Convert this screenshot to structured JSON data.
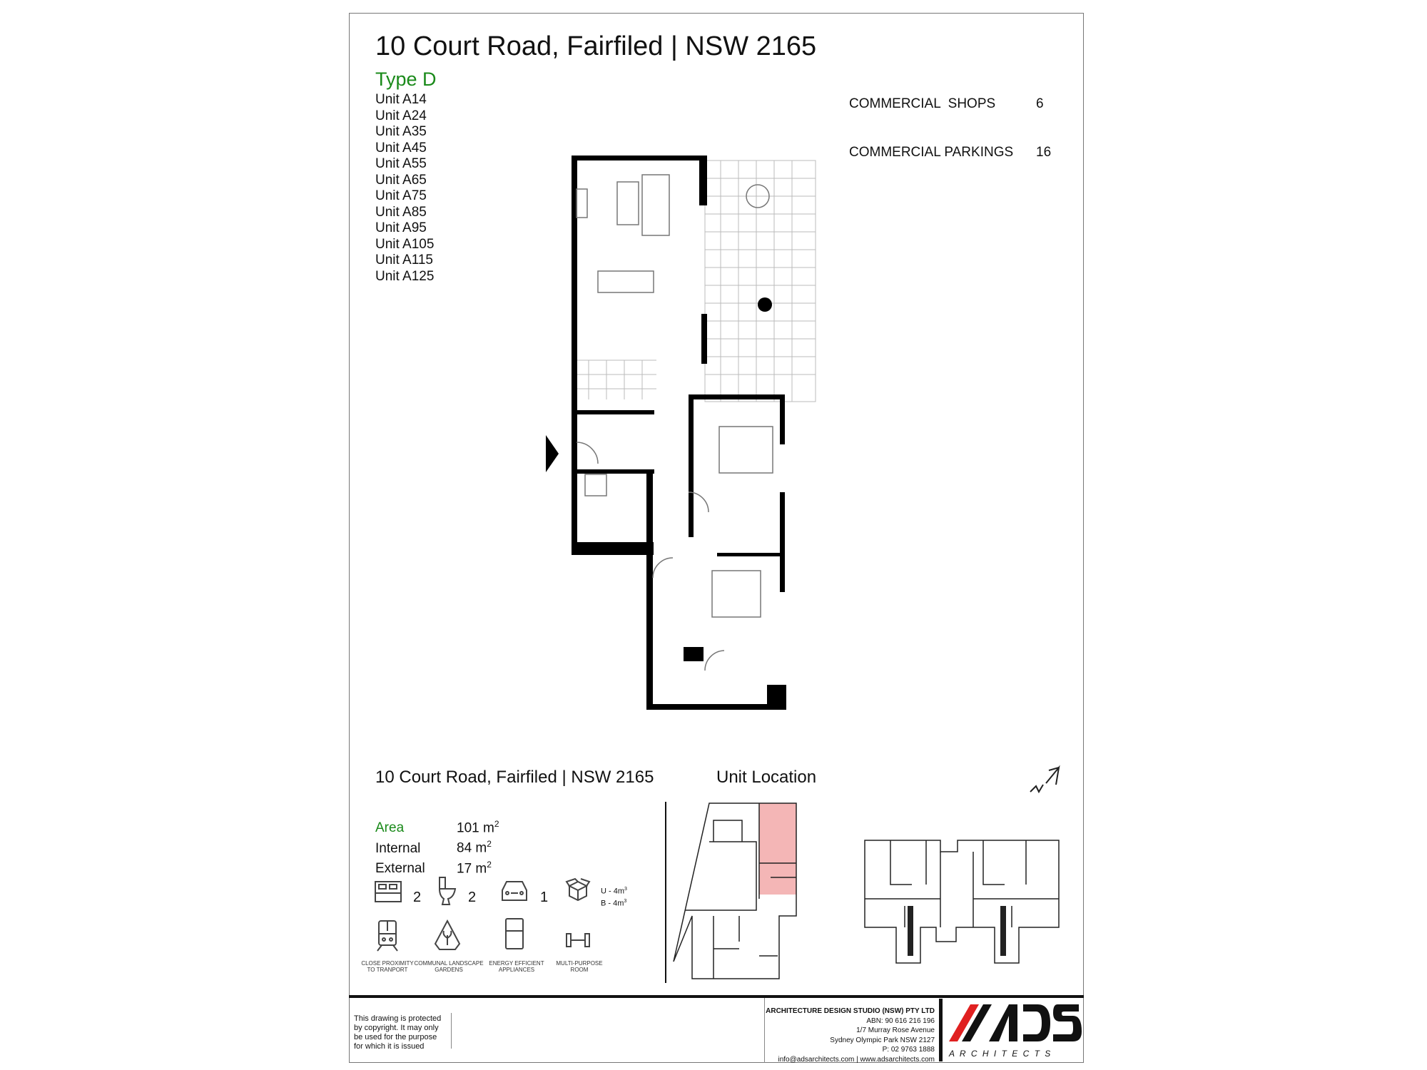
{
  "header": {
    "title": "10 Court Road, Fairfiled | NSW 2165",
    "type": "Type D",
    "units": [
      "Unit A14",
      "Unit A24",
      "Unit A35",
      "Unit A45",
      "Unit A55",
      "Unit A65",
      "Unit A75",
      "Unit A85",
      "Unit A95",
      "Unit A105",
      "Unit A115",
      "Unit A125"
    ]
  },
  "commercial": [
    {
      "label": "COMMERCIAL  SHOPS",
      "value": "6"
    },
    {
      "label": "COMMERCIAL PARKINGS",
      "value": "16"
    }
  ],
  "summary": {
    "title": "10 Court Road, Fairfiled | NSW 2165",
    "location_title": "Unit Location",
    "areas": [
      {
        "label": "Area",
        "value": "101 m",
        "sup": "2"
      },
      {
        "label": "Internal",
        "value": "84 m",
        "sup": "2"
      },
      {
        "label": "External",
        "value": "17 m",
        "sup": "2"
      }
    ],
    "counts": {
      "bedrooms": "2",
      "bathrooms": "2",
      "parking": "1",
      "storage_u": "U - 4m",
      "storage_b": "B - 4m",
      "storage_sup": "3"
    },
    "features": [
      {
        "icon": "train-icon",
        "l1": "CLOSE PROXIMITY",
        "l2": "TO TRANPORT"
      },
      {
        "icon": "garden-icon",
        "l1": "COMMUNAL LANDSCAPE",
        "l2": "GARDENS"
      },
      {
        "icon": "fridge-icon",
        "l1": "ENERGY EFFICIENT",
        "l2": "APPLIANCES"
      },
      {
        "icon": "dumbbell-icon",
        "l1": "MULTI-PURPOSE",
        "l2": "ROOM"
      }
    ]
  },
  "footer": {
    "copyright": [
      "This drawing is protected",
      "by copyright. It may only",
      "be used for the purpose",
      "for which it is issued"
    ],
    "company": "ARCHITECTURE DESIGN STUDIO (NSW) PTY LTD",
    "abn": "ABN:  90  616  216  196",
    "address1": "1/7 Murray Rose Avenue",
    "address2": "Sydney Olympic Park NSW 2127",
    "phone": "P: 02 9763 1888",
    "contact": "info@adsarchitects.com | www.adsarchitects.com",
    "logo": "ADS",
    "logo_sub": "A R C H I T E C T S"
  },
  "colors": {
    "accent_green": "#1a8a1a",
    "highlight": "#f4b6b6",
    "logo_red": "#e02020"
  }
}
